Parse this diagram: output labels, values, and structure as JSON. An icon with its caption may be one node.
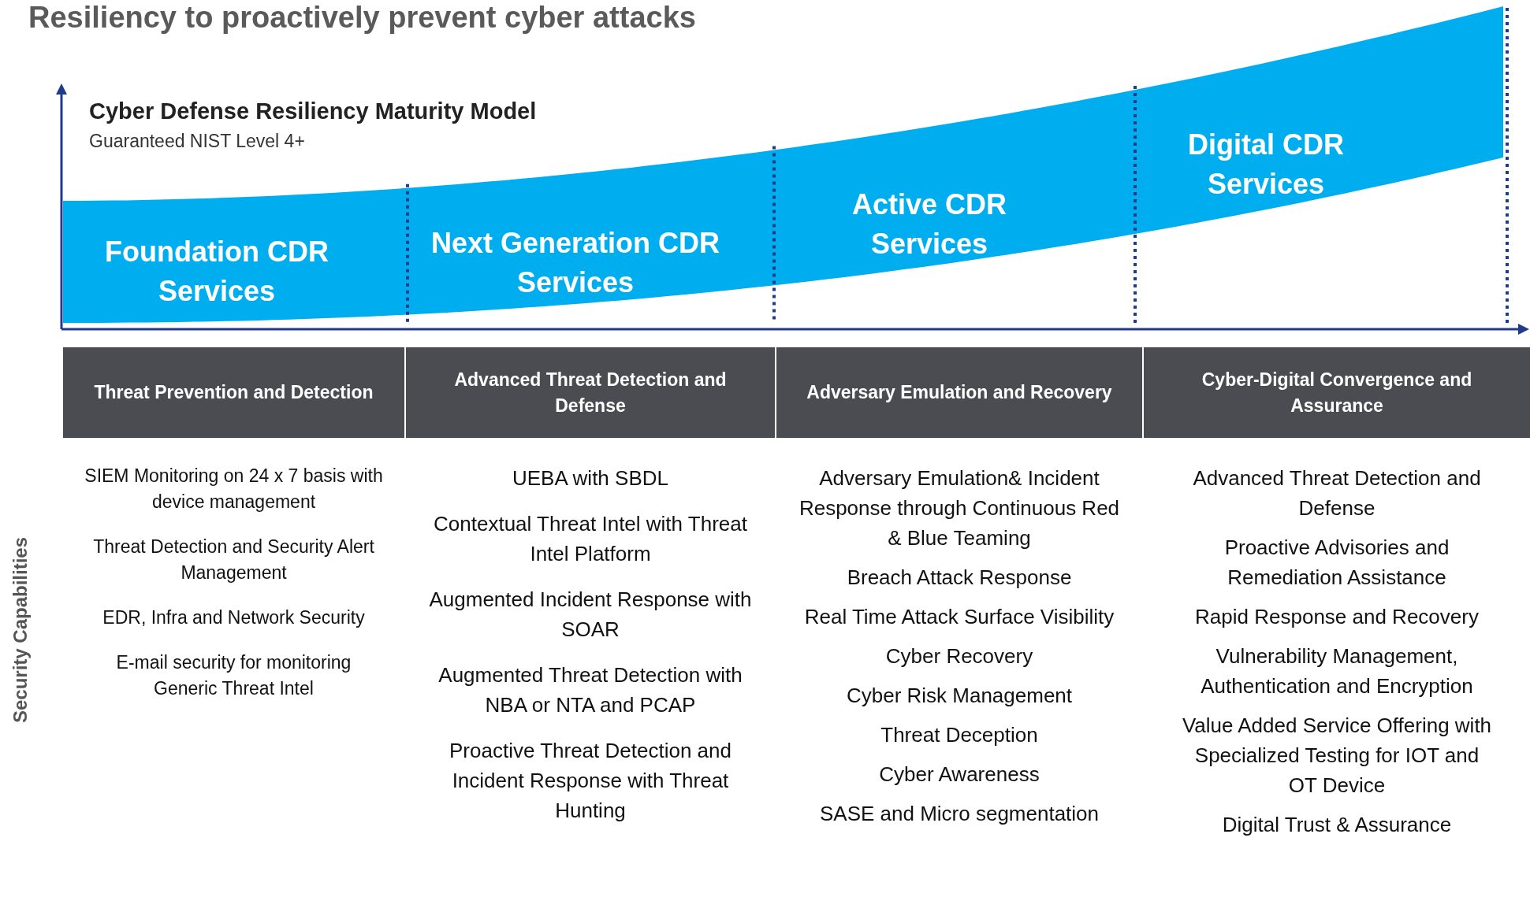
{
  "diagram": {
    "title": "Resiliency to proactively prevent cyber attacks",
    "nodes": [
      {
        "text": [
          "Foundation CDR Services"
        ]
      },
      {
        "text": [
          "Next Generation CDR Services"
        ]
      },
      {
        "text": [
          "Active CDR Services"
        ]
      },
      {
        "text": [
          "Digital CDR Services"
        ]
      },
      {
        "text": [
          "Threat Prevention and Detection"
        ],
        "beside": [
          "SIEM Monitoring on 24 x 7 basis with device management",
          "Threat Detection and Security Alert Management",
          "EDR, Infra and Network Security",
          "E-mail security for monitoring Generic Threat Intel"
        ]
      },
      {
        "text": [
          "Advanced Threat Detection and Defense"
        ],
        "beside": [
          "UEBA with SBDL",
          "Contextual Threat Intel with Threat Intel Platform",
          "Augmented Incident Response with SOAR",
          "Augmented Threat Detection with NBA or NTA and PCAP",
          "Proactive Threat Detection and Incident Response with Threat Hunting"
        ]
      },
      {
        "text": [
          "Adversary Emulation and Recovery"
        ],
        "beside": [
          "Adversary Emulation& Incident Response  through Continuous Red & Blue Teaming",
          "Breach Attack Response",
          "Real Time Attack Surface Visibility",
          "Cyber Recovery",
          "Cyber Risk Management",
          "Threat Deception",
          "Cyber Awareness",
          "SASE and Micro segmentation"
        ]
      },
      {
        "text": [
          "Cyber-Digital Convergence and Assurance"
        ],
        "beside": [
          "Advanced Threat Detection and Defense",
          "Proactive Advisories and Remediation Assistance",
          "Rapid Response and Recovery",
          "Vulnerability Management, Authentication and Encryption",
          "Value Added Service Offering with Specialized Testing for IOT and OT Device",
          "Digital Trust & Assurance"
        ]
      }
    ],
    "labels": [
      "Cyber Defense Resiliency Maturity Model",
      "Guaranteed NIST Level 4+",
      "Security Capabilities"
    ]
  }
}
